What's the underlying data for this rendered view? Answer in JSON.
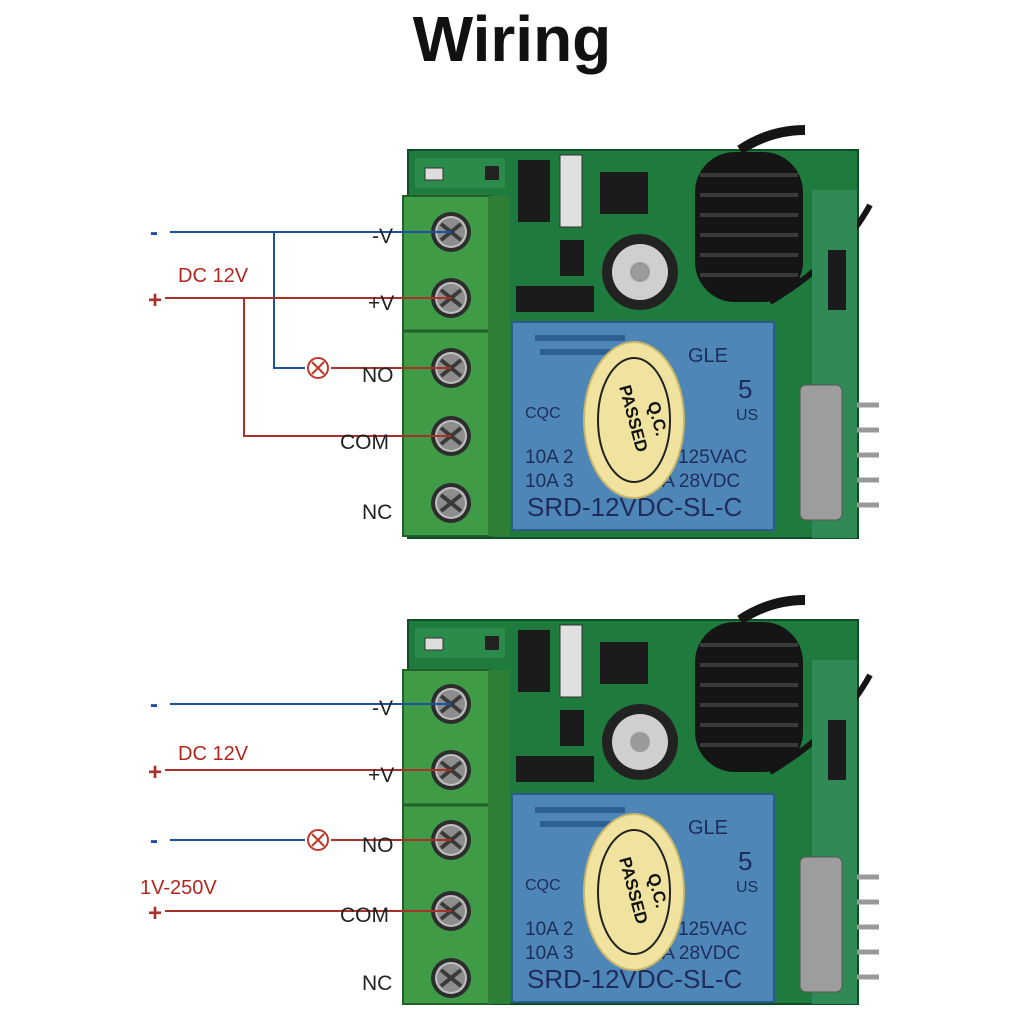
{
  "title": "Wiring",
  "diagrams": [
    {
      "supply_label": "DC 12V",
      "minus_sign": "-",
      "plus_sign": "+",
      "terminals": [
        "-V",
        "+V",
        "NO",
        "COM",
        "NC"
      ],
      "relay": {
        "brand_fragment": "GLE",
        "qc_line1": "Q.C.",
        "qc_line2": "PASSED",
        "digit": "5",
        "us": "US",
        "rating1_left": "10A 2",
        "rating1_right": "125VAC",
        "rating2_left": "10A 3",
        "rating2_right": "A  28VDC",
        "model": "SRD-12VDC-SL-C",
        "cqc": "CQC"
      }
    },
    {
      "supply_label": "DC 12V",
      "load_supply_label": "1V-250V",
      "minus_sign": "-",
      "plus_sign": "+",
      "load_minus_sign": "-",
      "load_plus_sign": "+",
      "terminals": [
        "-V",
        "+V",
        "NO",
        "COM",
        "NC"
      ],
      "relay": {
        "brand_fragment": "GLE",
        "qc_line1": "Q.C.",
        "qc_line2": "PASSED",
        "digit": "5",
        "us": "US",
        "rating1_left": "10A 2",
        "rating1_right": "125VAC",
        "rating2_left": "10A 3",
        "rating2_right": "A  28VDC",
        "model": "SRD-12VDC-SL-C",
        "cqc": "CQC"
      }
    }
  ],
  "colors": {
    "pcb": "#1f7a3d",
    "terminal_block": "#3f9b46",
    "relay": "#4f86b8",
    "negative_wire": "#1f4fa0",
    "positive_wire": "#a8322a",
    "qc_sticker": "#f0e3a0"
  }
}
